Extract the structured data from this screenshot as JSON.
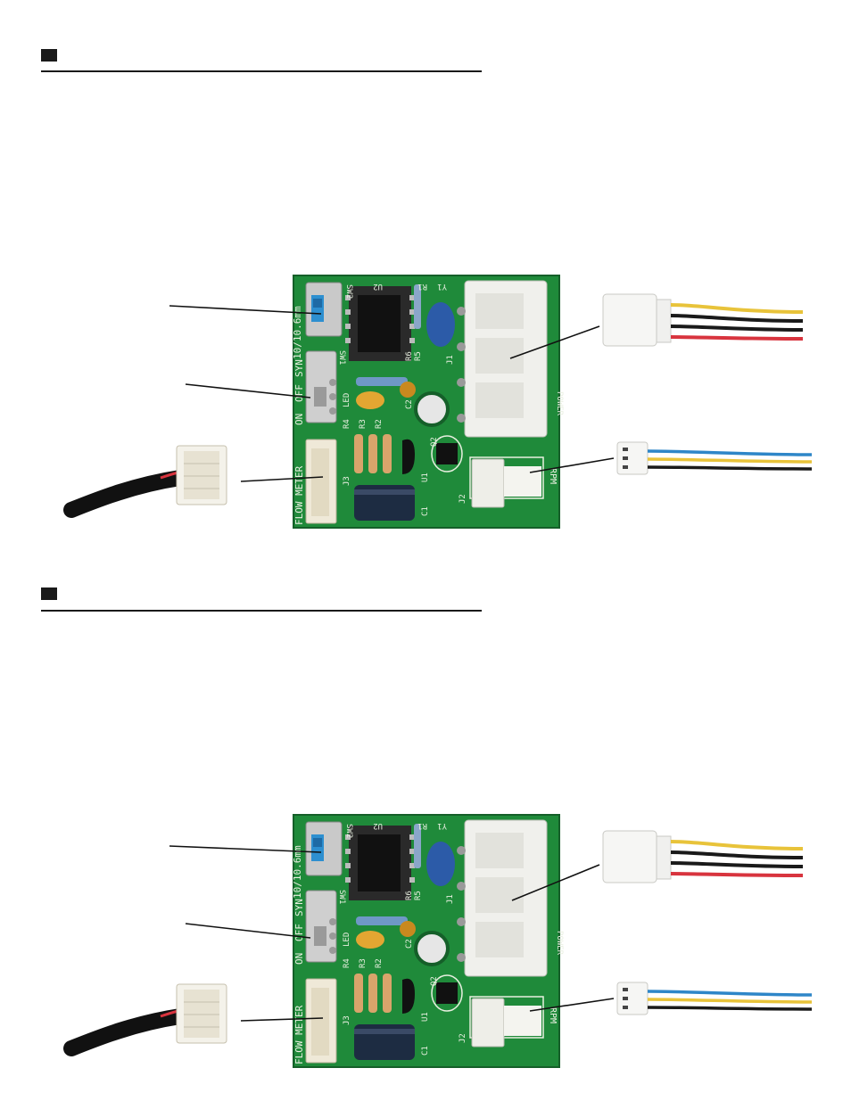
{
  "sections": [
    {
      "board": {
        "pcb_label": "10/10.6mm",
        "switch_labels": [
          "SW2",
          "SW1",
          "ON",
          "OFF",
          "SYN"
        ],
        "component_labels": [
          "U2",
          "R1",
          "Y1",
          "J1",
          "R6",
          "R5",
          "LED",
          "C2",
          "R4",
          "R3",
          "R2",
          "Q2",
          "U1",
          "J2",
          "J3",
          "C1"
        ],
        "connector_labels": [
          "FLOW METER",
          "POWER",
          "RPM"
        ]
      }
    },
    {
      "board": {
        "pcb_label": "10/10.6mm",
        "switch_labels": [
          "SW2",
          "SW1",
          "ON",
          "OFF",
          "SYN"
        ],
        "component_labels": [
          "U2",
          "R1",
          "Y1",
          "J1",
          "R6",
          "R5",
          "LED",
          "C2",
          "R4",
          "R3",
          "R2",
          "Q2",
          "U1",
          "J2",
          "J3",
          "C1"
        ],
        "connector_labels": [
          "FLOW METER",
          "POWER",
          "RPM"
        ]
      }
    }
  ],
  "colors": {
    "pcb": "#1f8a3a",
    "pcb_dark": "#17702e",
    "wire_yellow": "#e8c33a",
    "wire_black": "#1a1a1a",
    "wire_red": "#d8343e",
    "wire_blue": "#2e86c8"
  }
}
